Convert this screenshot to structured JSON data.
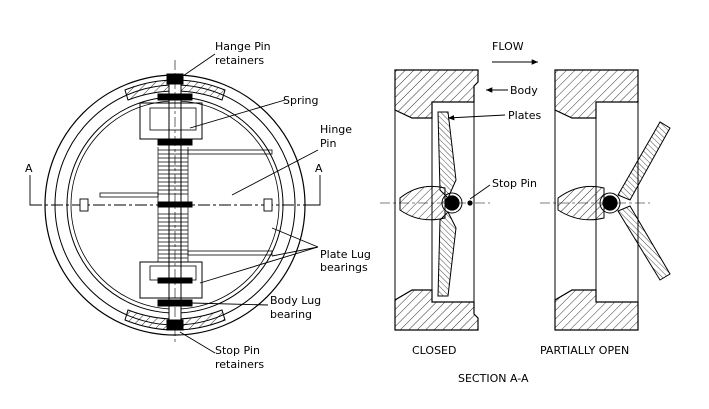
{
  "labels": {
    "hange_pin_retainers_1": "Hange Pin",
    "hange_pin_retainers_2": "retainers",
    "spring": "Spring",
    "hinge_pin_1": "Hinge",
    "hinge_pin_2": "Pin",
    "section_mark_left": "A",
    "section_mark_right": "A",
    "plate_lug_1": "Plate Lug",
    "plate_lug_2": "bearings",
    "body_lug_1": "Body Lug",
    "body_lug_2": "bearing",
    "stop_pin_retainers_1": "Stop Pin",
    "stop_pin_retainers_2": "retainers",
    "flow": "FLOW",
    "body": "Body",
    "plates": "Plates",
    "stop_pin": "Stop Pin",
    "closed": "CLOSED",
    "partially_open": "PARTIALLY OPEN",
    "section": "SECTION A-A"
  }
}
